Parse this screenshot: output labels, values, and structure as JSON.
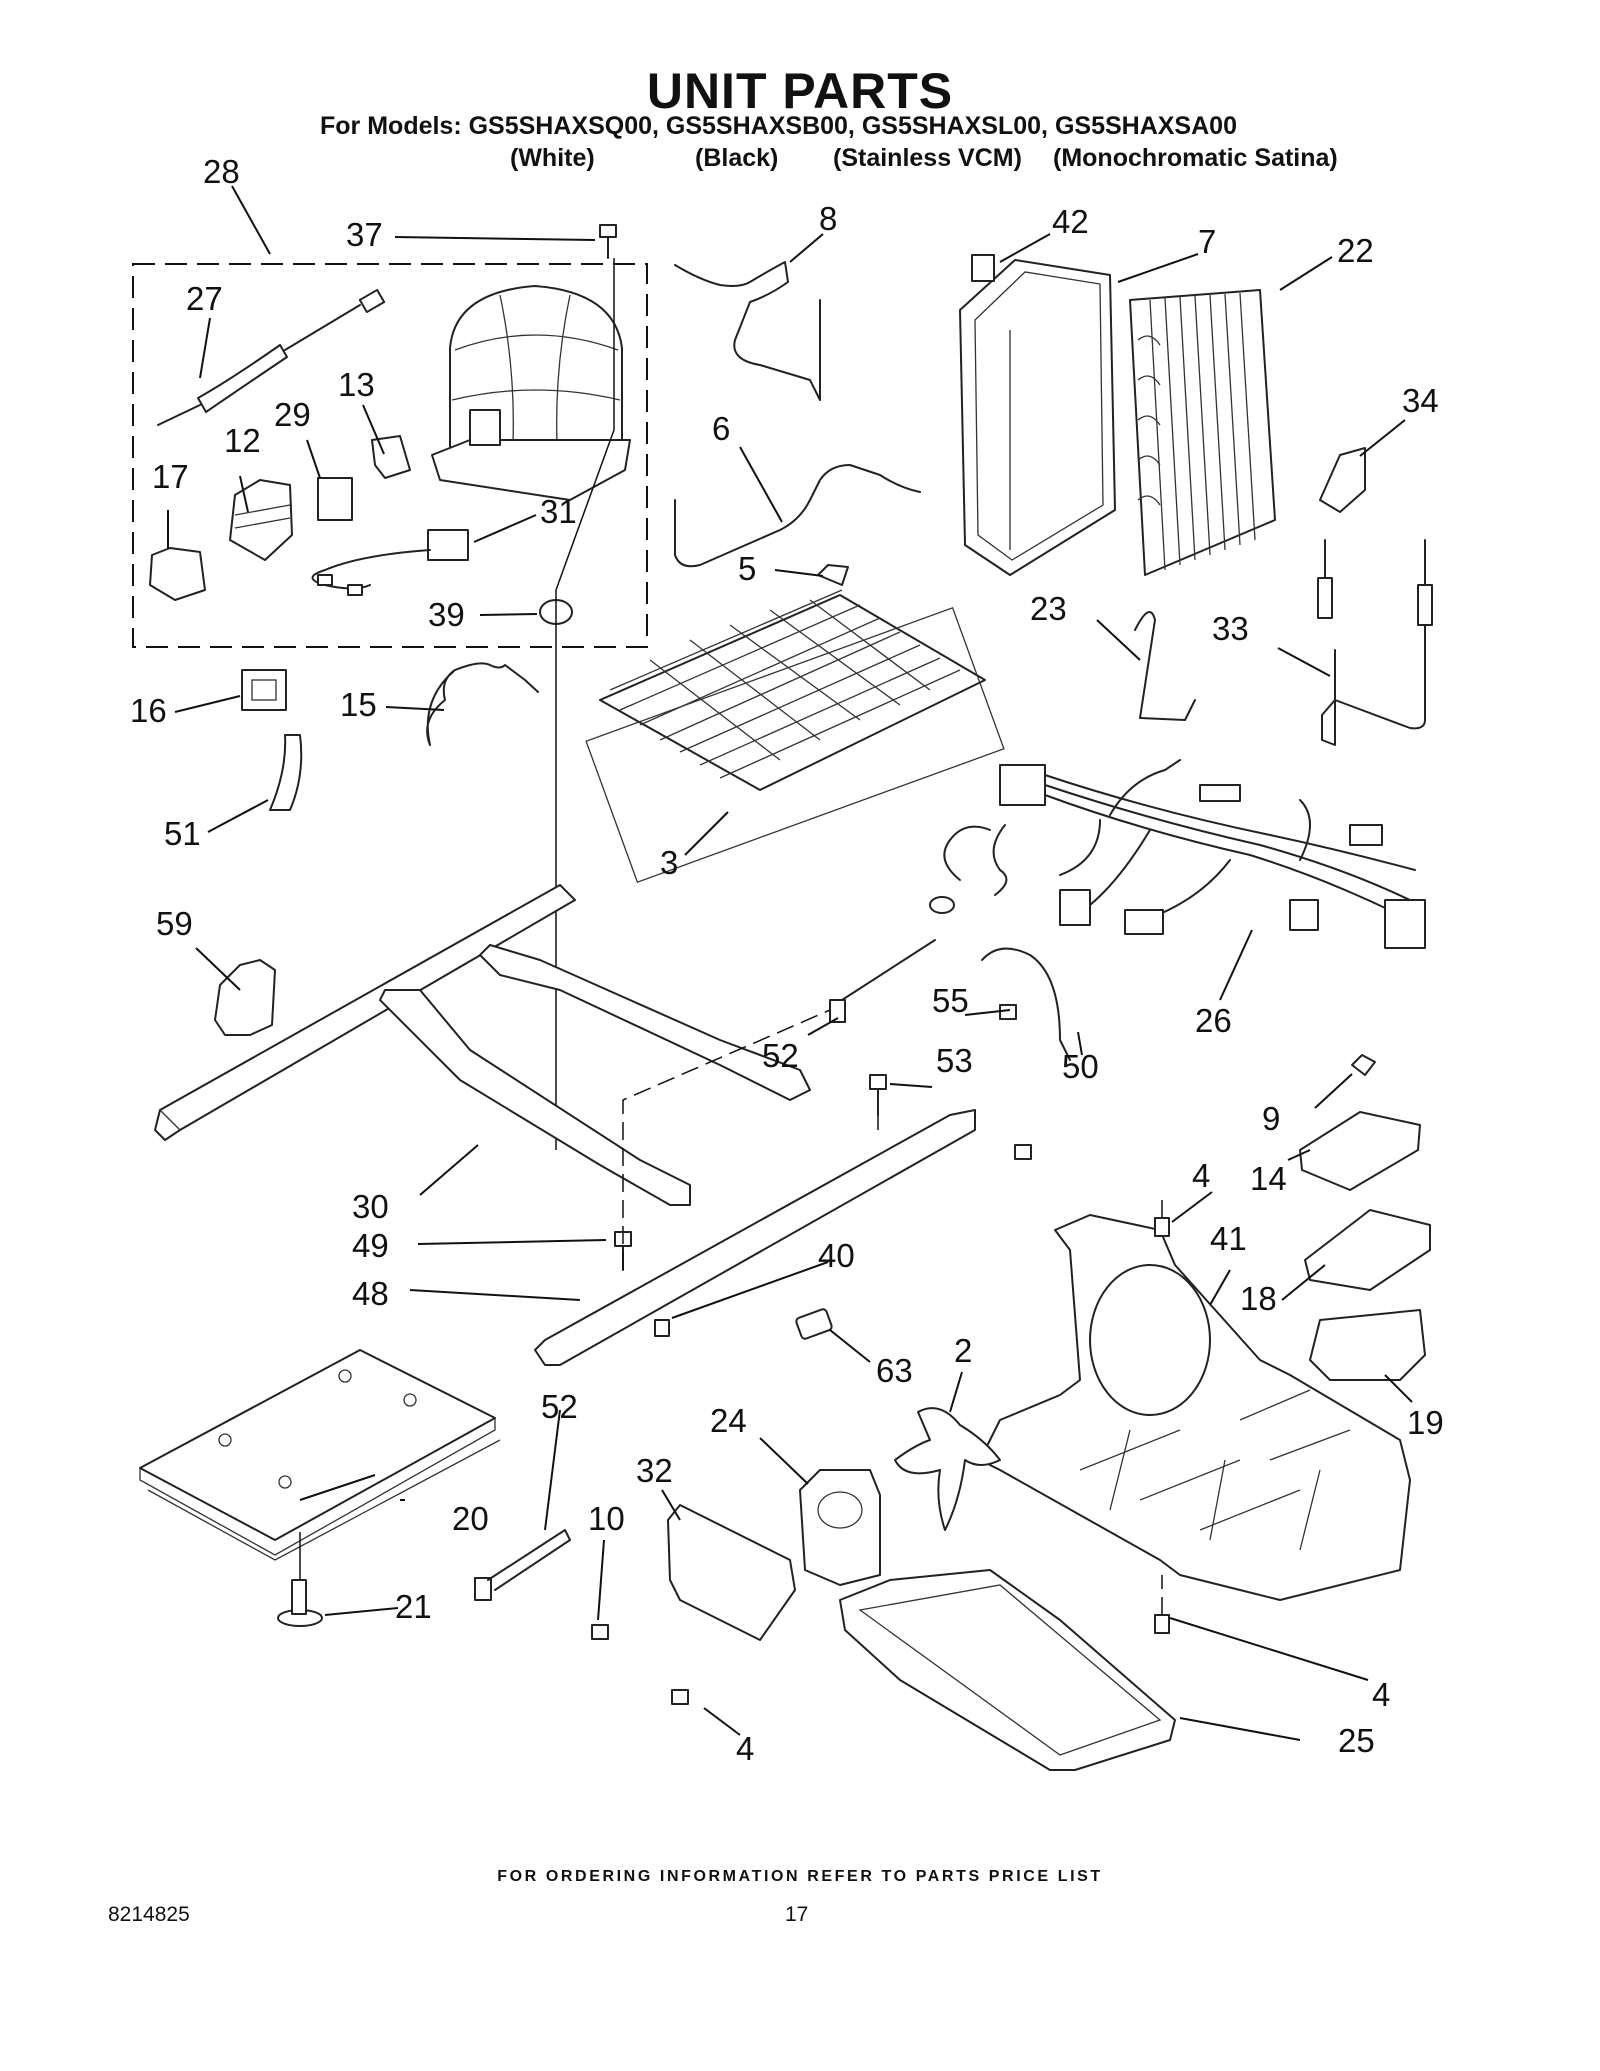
{
  "header": {
    "title": "UNIT PARTS",
    "models_line": "For Models: GS5SHAXSQ00, GS5SHAXSB00, GS5SHAXSL00, GS5SHAXSA00",
    "variants": [
      "(White)",
      "(Black)",
      "(Stainless VCM)",
      "(Monochromatic Satina)"
    ]
  },
  "callouts": [
    "28",
    "37",
    "8",
    "42",
    "7",
    "22",
    "27",
    "13",
    "29",
    "12",
    "17",
    "31",
    "6",
    "34",
    "5",
    "39",
    "23",
    "33",
    "16",
    "15",
    "51",
    "3",
    "26",
    "59",
    "55",
    "52",
    "53",
    "50",
    "9",
    "14",
    "30",
    "4",
    "49",
    "40",
    "41",
    "48",
    "18",
    "63",
    "2",
    "19",
    "24",
    "52",
    "32",
    "10",
    "20",
    "21",
    "4",
    "25",
    "4"
  ],
  "footer": {
    "ordering_note": "FOR ORDERING INFORMATION REFER TO PARTS PRICE LIST",
    "doc_number": "8214825",
    "page_number": "17"
  }
}
